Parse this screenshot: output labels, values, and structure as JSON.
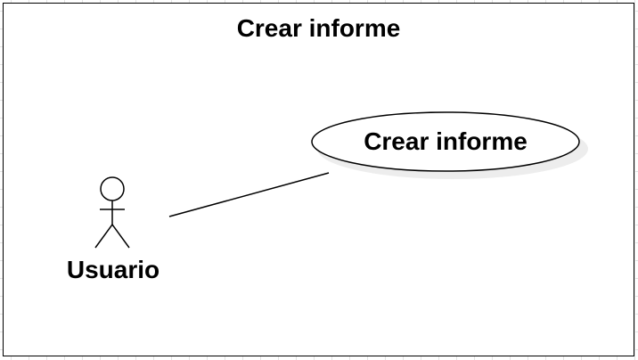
{
  "diagram": {
    "type": "uml-use-case",
    "system_title": "Crear informe",
    "actor": {
      "label": "Usuario",
      "icon": "stick-figure-actor"
    },
    "use_case": {
      "label": "Crear informe"
    },
    "association": {
      "from": "Usuario",
      "to": "Crear informe"
    }
  }
}
